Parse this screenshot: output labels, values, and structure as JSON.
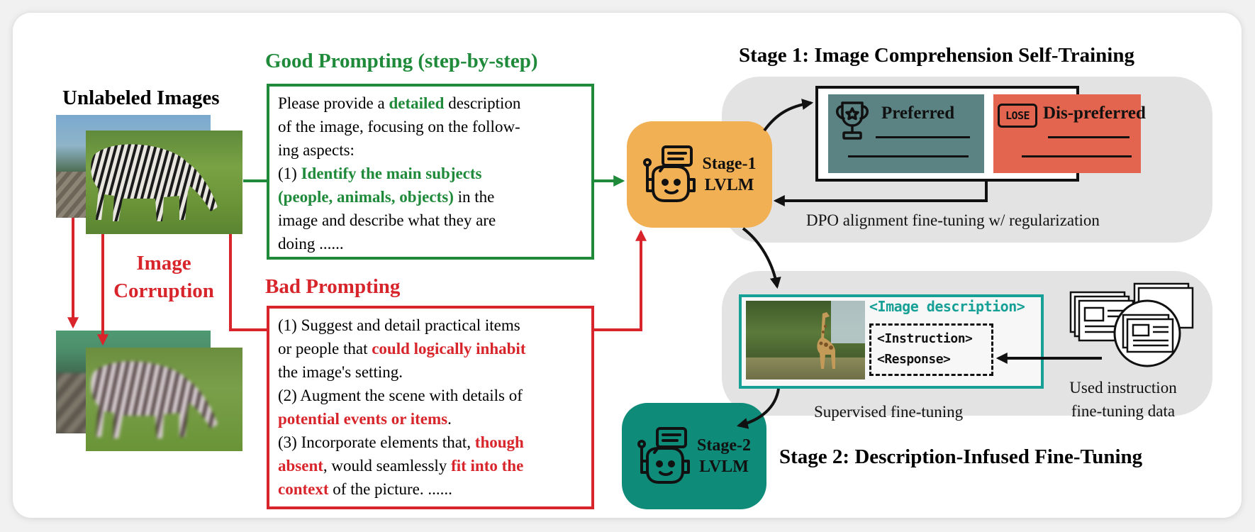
{
  "images": {
    "title": "Unlabeled Images",
    "corruption_label": [
      "Image",
      "Corruption"
    ]
  },
  "good_prompt": {
    "title": "Good Prompting (step-by-step)",
    "l1_a": "Please provide a ",
    "l1_b": "detailed",
    "l1_c": " description",
    "l2": "of the image, focusing on the follow-",
    "l3": "ing aspects:",
    "l4_a": "(1) ",
    "l4_b": "Identify the main subjects",
    "l5_a": "(people, animals, objects)",
    "l5_b": " in the",
    "l6": "image and describe what they are",
    "l7": "doing ......"
  },
  "bad_prompt": {
    "title": "Bad Prompting",
    "l1": "(1) Suggest and detail practical items",
    "l2_a": "or people that ",
    "l2_b": "could logically inhabit",
    "l3": "the image's setting.",
    "l4": "(2) Augment the scene with details of",
    "l5_a": "potential events or items",
    "l5_b": ".",
    "l6_a": "(3) Incorporate elements that, ",
    "l6_b": "though",
    "l7_a": "absent",
    "l7_b": ", would seamlessly ",
    "l7_c": "fit into the",
    "l8_a": "context",
    "l8_b": " of the picture.   ......"
  },
  "stage1": {
    "title": "Stage 1: Image Comprehension Self-Training",
    "preferred": "Preferred",
    "lose_badge": "LOSE",
    "dispreferred": "Dis-preferred",
    "caption": "DPO alignment fine-tuning w/ regularization",
    "lvlm_line1": "Stage-1",
    "lvlm_line2": "LVLM"
  },
  "stage2": {
    "title": "Stage 2: Description-Infused Fine-Tuning",
    "image_description": "<Image description>",
    "instruction": "<Instruction>",
    "response": "<Response>",
    "sft_caption": "Supervised fine-tuning",
    "used_data_line1": "Used instruction",
    "used_data_line2": "fine-tuning data",
    "lvlm_line1": "Stage-2",
    "lvlm_line2": "LVLM"
  },
  "colors": {
    "good": "#1f8a3a",
    "bad": "#d8252b",
    "stage1_lvlm": "#f2b055",
    "stage2_lvlm": "#0f8b79",
    "preferred": "#5b8383",
    "dispreferred": "#e4654f",
    "teal": "#17a096",
    "panel": "#e3e3e3"
  },
  "icons": [
    "robot-icon",
    "trophy-icon",
    "lose-badge-icon",
    "documents-icon"
  ]
}
